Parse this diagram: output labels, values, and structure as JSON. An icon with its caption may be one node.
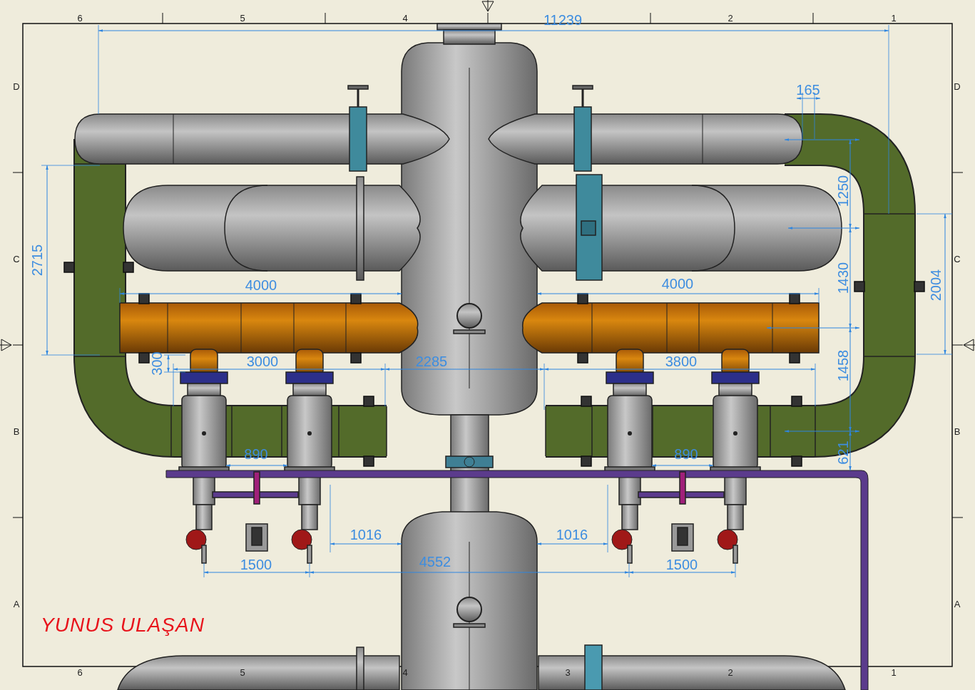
{
  "diagram": {
    "labels": [
      "6",
      "5",
      "4",
      "11239",
      "2",
      "1",
      "D",
      "D",
      "165",
      "1250",
      "2715",
      "C",
      "C",
      "2004",
      "4000",
      "4000",
      "1430",
      "300",
      "3000",
      "2285",
      "3800",
      "1458",
      "B",
      "B",
      "890",
      "890",
      "621",
      "1016",
      "1016",
      "1500",
      "4552",
      "1500",
      "A",
      "A",
      "YUNUS ULAŞAN",
      "6",
      "5",
      "4",
      "3",
      "2",
      "1"
    ]
  }
}
